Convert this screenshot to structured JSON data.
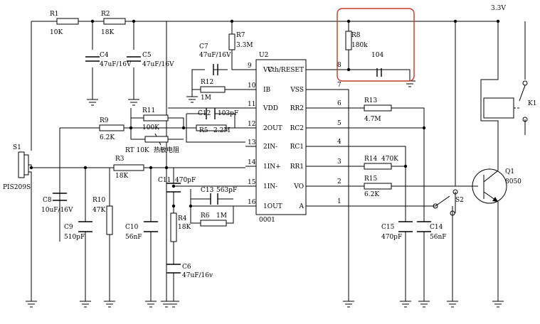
{
  "supply": "3.3V",
  "ic": {
    "ref": "U2",
    "part": "0001",
    "pins_left": [
      {
        "num": "9",
        "name": "VC"
      },
      {
        "num": "10",
        "name": "IB"
      },
      {
        "num": "11",
        "name": "VDD"
      },
      {
        "num": "12",
        "name": "2OUT"
      },
      {
        "num": "13",
        "name": "2IN-"
      },
      {
        "num": "14",
        "name": "1IN+"
      },
      {
        "num": "15",
        "name": "1IN-"
      },
      {
        "num": "16",
        "name": "1OUT"
      }
    ],
    "pins_right": [
      {
        "num": "8",
        "name": "Vth/RESET"
      },
      {
        "num": "7",
        "name": "VSS"
      },
      {
        "num": "6",
        "name": "RR2"
      },
      {
        "num": "5",
        "name": "RC2"
      },
      {
        "num": "4",
        "name": "RC1"
      },
      {
        "num": "3",
        "name": "RR1"
      },
      {
        "num": "2",
        "name": "VO"
      },
      {
        "num": "1",
        "name": "A"
      }
    ]
  },
  "resistors": {
    "R1": {
      "ref": "R1",
      "val": "10K"
    },
    "R2": {
      "ref": "R2",
      "val": "18K"
    },
    "R7": {
      "ref": "R7",
      "val": "3.3M"
    },
    "R8": {
      "ref": "R8",
      "val": "180k"
    },
    "R12": {
      "ref": "R12",
      "val": "1M"
    },
    "R11": {
      "ref": "R11",
      "val": "100K"
    },
    "R9": {
      "ref": "R9",
      "val": "6.2K"
    },
    "R5": {
      "ref": "R5",
      "val": "2.2M"
    },
    "R3": {
      "ref": "R3",
      "val": "18K"
    },
    "R10": {
      "ref": "R10",
      "val": "47K"
    },
    "R4": {
      "ref": "R4",
      "val": "18K"
    },
    "R6": {
      "ref": "R6",
      "val": "1M"
    },
    "R13": {
      "ref": "R13",
      "val": "4.7M"
    },
    "R14": {
      "ref": "R14",
      "val": "470K"
    },
    "R15": {
      "ref": "R15",
      "val": "6.2K"
    }
  },
  "capacitors": {
    "C4": {
      "ref": "C4",
      "val": "47uF/16V"
    },
    "C5": {
      "ref": "C5",
      "val": "47uF/16V"
    },
    "C7": {
      "ref": "C7",
      "val": "47uF/16V"
    },
    "C12": {
      "ref": "C12",
      "val": "103pF"
    },
    "C8": {
      "ref": "C8",
      "val": "10uF/16V"
    },
    "C9": {
      "ref": "C9",
      "val": "510pF"
    },
    "C10": {
      "ref": "C10",
      "val": "56nF"
    },
    "C11": {
      "ref": "C11",
      "val": "470pF"
    },
    "C13": {
      "ref": "C13",
      "val": "563pF"
    },
    "C6": {
      "ref": "C6",
      "val": "47uF/16v"
    },
    "C15": {
      "ref": "C15",
      "val": "470pF"
    },
    "C14": {
      "ref": "C14",
      "val": "56nF"
    },
    "C104": {
      "val": "104"
    }
  },
  "rt": {
    "label": "RT 10K",
    "note": "热敏电阻"
  },
  "sensor": {
    "ref": "S1",
    "part": "PIS209S"
  },
  "transistor": {
    "ref": "Q1",
    "part": "8050"
  },
  "relay": {
    "ref": "K1"
  },
  "switch": {
    "ref": "S2"
  },
  "highlight_color": "#c0392b"
}
